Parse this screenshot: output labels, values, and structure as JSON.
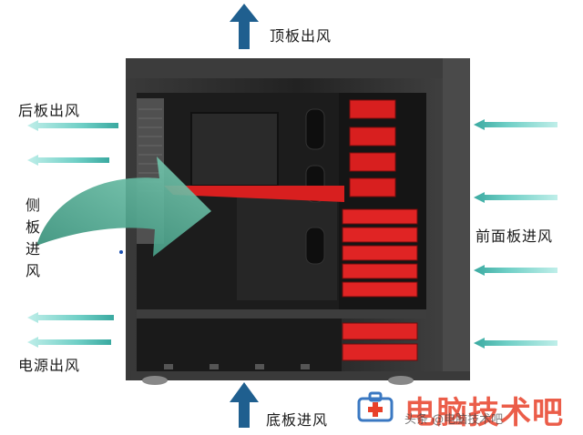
{
  "labels": {
    "top_exhaust": "顶板出风",
    "rear_exhaust": "后板出风",
    "side_intake_chars": [
      "侧",
      "板",
      "进",
      "风"
    ],
    "front_intake": "前面板进风",
    "psu_exhaust": "电源出风",
    "bottom_intake": "底板进风"
  },
  "watermark": {
    "main": "电脑技术吧",
    "sub": "头条 @电脑技术吧"
  },
  "colors": {
    "up_arrow": "#1f5f8f",
    "side_arrows": "#7fd8d0",
    "swoosh": "#4aa08a",
    "case_frame": "#2b2b2b",
    "drive_bays": "#d81f1f",
    "watermark": "#e8412a"
  },
  "icons": [
    "arrow-up-icon",
    "arrow-left-icon",
    "curved-arrow-icon",
    "medical-kit-logo-icon"
  ]
}
